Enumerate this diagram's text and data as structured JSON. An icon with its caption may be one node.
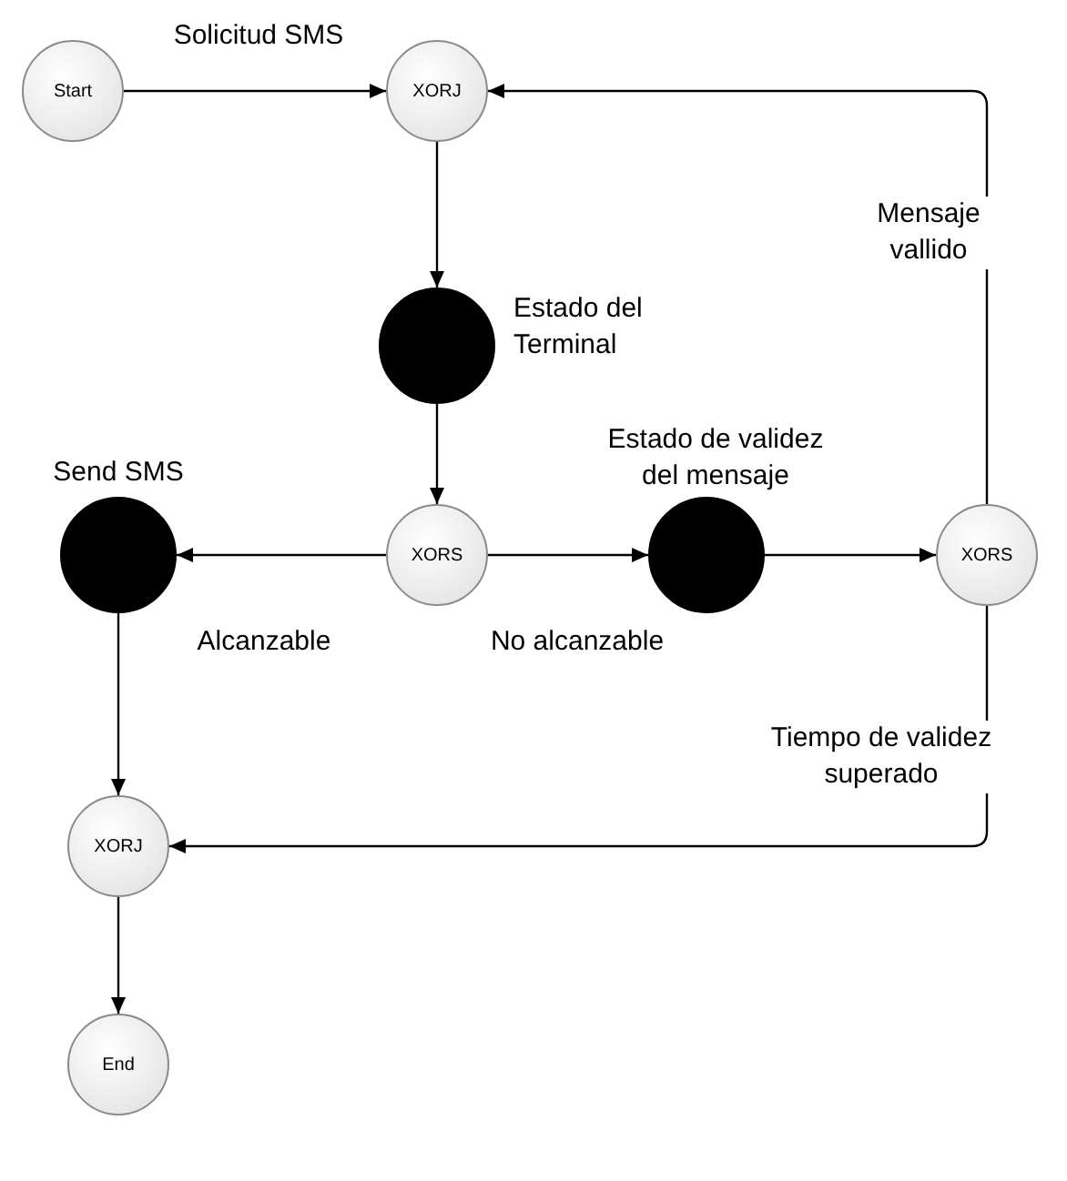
{
  "diagram": {
    "nodes": [
      {
        "text": [
          "Start"
        ]
      },
      {
        "text": [
          "XORJ"
        ]
      },
      {
        "text": [],
        "shape": "circle",
        "beside": [
          "Estado del Terminal"
        ]
      },
      {
        "text": [
          "XORS"
        ]
      },
      {
        "text": [],
        "shape": "circle",
        "beside": [
          "Send SMS"
        ]
      },
      {
        "text": [],
        "shape": "circle",
        "beside": [
          "Estado de validez del mensaje"
        ]
      },
      {
        "text": [
          "XORS"
        ]
      },
      {
        "text": [
          "XORJ"
        ]
      },
      {
        "text": [
          "End"
        ]
      }
    ],
    "edges": [
      {
        "from": 0,
        "to": 1,
        "arrow": "to",
        "label": "Solicitud SMS"
      },
      {
        "from": 1,
        "to": 2,
        "arrow": "to"
      },
      {
        "from": 2,
        "to": 3,
        "arrow": "to"
      },
      {
        "from": 3,
        "to": 4,
        "arrow": "to",
        "label": "Alcanzable"
      },
      {
        "from": 3,
        "to": 5,
        "arrow": "to",
        "label": "No alcanzable"
      },
      {
        "from": 5,
        "to": 6,
        "arrow": "to"
      },
      {
        "from": 6,
        "to": 1,
        "arrow": "to",
        "label": "Mensaje vallido"
      },
      {
        "from": 6,
        "to": 7,
        "arrow": "to",
        "label": "Tiempo de validez superado"
      },
      {
        "from": 4,
        "to": 7,
        "arrow": "to"
      },
      {
        "from": 7,
        "to": 8,
        "arrow": "to"
      }
    ]
  }
}
